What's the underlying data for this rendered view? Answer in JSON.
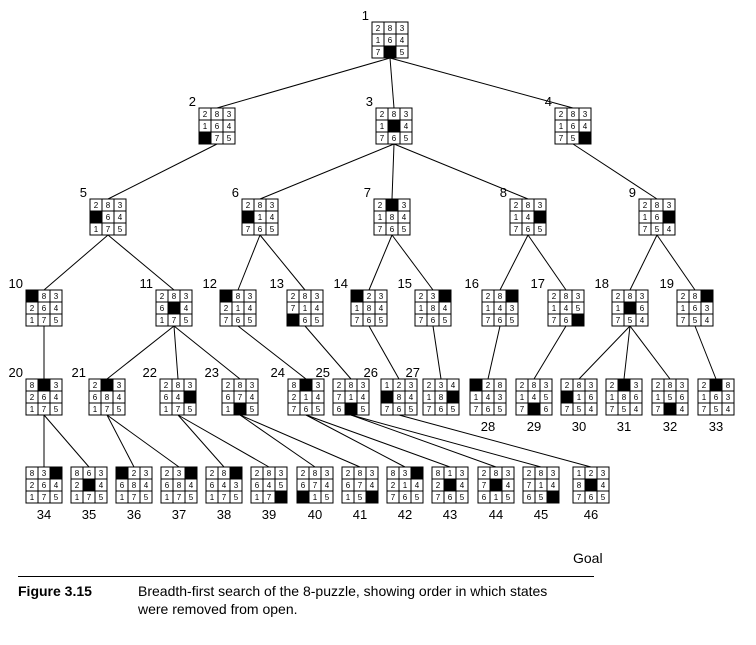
{
  "diagram": {
    "goal_label": "Goal",
    "caption_tag": "Figure 3.15",
    "caption_text": "Breadth-first search of the 8-puzzle, showing order in which states were removed from open.",
    "nodes": [
      {
        "id": 1,
        "board": [
          2,
          8,
          3,
          1,
          6,
          4,
          7,
          0,
          5
        ]
      },
      {
        "id": 2,
        "board": [
          2,
          8,
          3,
          1,
          6,
          4,
          0,
          7,
          5
        ]
      },
      {
        "id": 3,
        "board": [
          2,
          8,
          3,
          1,
          0,
          4,
          7,
          6,
          5
        ]
      },
      {
        "id": 4,
        "board": [
          2,
          8,
          3,
          1,
          6,
          4,
          7,
          5,
          0
        ]
      },
      {
        "id": 5,
        "board": [
          2,
          8,
          3,
          0,
          6,
          4,
          1,
          7,
          5
        ]
      },
      {
        "id": 6,
        "board": [
          2,
          8,
          3,
          0,
          1,
          4,
          7,
          6,
          5
        ]
      },
      {
        "id": 7,
        "board": [
          2,
          0,
          3,
          1,
          8,
          4,
          7,
          6,
          5
        ]
      },
      {
        "id": 8,
        "board": [
          2,
          8,
          3,
          1,
          4,
          0,
          7,
          6,
          5
        ]
      },
      {
        "id": 9,
        "board": [
          2,
          8,
          3,
          1,
          6,
          0,
          7,
          5,
          4
        ]
      },
      {
        "id": 10,
        "board": [
          0,
          8,
          3,
          2,
          6,
          4,
          1,
          7,
          5
        ]
      },
      {
        "id": 11,
        "board": [
          2,
          8,
          3,
          6,
          0,
          4,
          1,
          7,
          5
        ]
      },
      {
        "id": 12,
        "board": [
          0,
          8,
          3,
          2,
          1,
          4,
          7,
          6,
          5
        ]
      },
      {
        "id": 13,
        "board": [
          2,
          8,
          3,
          7,
          1,
          4,
          0,
          6,
          5
        ]
      },
      {
        "id": 14,
        "board": [
          0,
          2,
          3,
          1,
          8,
          4,
          7,
          6,
          5
        ]
      },
      {
        "id": 15,
        "board": [
          2,
          3,
          0,
          1,
          8,
          4,
          7,
          6,
          5
        ]
      },
      {
        "id": 16,
        "board": [
          2,
          8,
          0,
          1,
          4,
          3,
          7,
          6,
          5
        ]
      },
      {
        "id": 17,
        "board": [
          2,
          8,
          3,
          1,
          4,
          5,
          7,
          6,
          0
        ]
      },
      {
        "id": 18,
        "board": [
          2,
          8,
          3,
          1,
          0,
          6,
          7,
          5,
          4
        ]
      },
      {
        "id": 19,
        "board": [
          2,
          8,
          0,
          1,
          6,
          3,
          7,
          5,
          4
        ]
      },
      {
        "id": 20,
        "board": [
          8,
          0,
          3,
          2,
          6,
          4,
          1,
          7,
          5
        ]
      },
      {
        "id": 21,
        "board": [
          2,
          0,
          3,
          6,
          8,
          4,
          1,
          7,
          5
        ]
      },
      {
        "id": 22,
        "board": [
          2,
          8,
          3,
          6,
          4,
          0,
          1,
          7,
          5
        ]
      },
      {
        "id": 23,
        "board": [
          2,
          8,
          3,
          6,
          7,
          4,
          1,
          0,
          5
        ]
      },
      {
        "id": 24,
        "board": [
          8,
          0,
          3,
          2,
          1,
          4,
          7,
          6,
          5
        ]
      },
      {
        "id": 25,
        "board": [
          2,
          8,
          3,
          7,
          1,
          4,
          6,
          0,
          5
        ]
      },
      {
        "id": 26,
        "board": [
          1,
          2,
          3,
          0,
          8,
          4,
          7,
          6,
          5
        ]
      },
      {
        "id": 27,
        "board": [
          2,
          3,
          4,
          1,
          8,
          0,
          7,
          6,
          5
        ]
      },
      {
        "id": 28,
        "board": [
          0,
          2,
          8,
          1,
          4,
          3,
          7,
          6,
          5
        ]
      },
      {
        "id": 29,
        "board": [
          2,
          8,
          3,
          1,
          4,
          5,
          7,
          0,
          6
        ]
      },
      {
        "id": 30,
        "board": [
          2,
          8,
          3,
          0,
          1,
          6,
          7,
          5,
          4
        ]
      },
      {
        "id": 31,
        "board": [
          2,
          0,
          3,
          1,
          8,
          6,
          7,
          5,
          4
        ]
      },
      {
        "id": 32,
        "board": [
          2,
          8,
          3,
          1,
          5,
          6,
          7,
          0,
          4
        ]
      },
      {
        "id": 33,
        "board": [
          2,
          0,
          8,
          1,
          6,
          3,
          7,
          5,
          4
        ]
      },
      {
        "id": 34,
        "board": [
          8,
          3,
          0,
          2,
          6,
          4,
          1,
          7,
          5
        ]
      },
      {
        "id": 35,
        "board": [
          8,
          6,
          3,
          2,
          0,
          4,
          1,
          7,
          5
        ]
      },
      {
        "id": 36,
        "board": [
          0,
          2,
          3,
          6,
          8,
          4,
          1,
          7,
          5
        ]
      },
      {
        "id": 37,
        "board": [
          2,
          3,
          0,
          6,
          8,
          4,
          1,
          7,
          5
        ]
      },
      {
        "id": 38,
        "board": [
          2,
          8,
          0,
          6,
          4,
          3,
          1,
          7,
          5
        ]
      },
      {
        "id": 39,
        "board": [
          2,
          8,
          3,
          6,
          4,
          5,
          1,
          7,
          0
        ]
      },
      {
        "id": 40,
        "board": [
          2,
          8,
          3,
          6,
          7,
          4,
          0,
          1,
          5
        ]
      },
      {
        "id": 41,
        "board": [
          2,
          8,
          3,
          6,
          7,
          4,
          1,
          5,
          0
        ]
      },
      {
        "id": 42,
        "board": [
          8,
          3,
          0,
          2,
          1,
          4,
          7,
          6,
          5
        ]
      },
      {
        "id": 43,
        "board": [
          8,
          1,
          3,
          2,
          0,
          4,
          7,
          6,
          5
        ]
      },
      {
        "id": 44,
        "board": [
          2,
          8,
          3,
          7,
          0,
          4,
          6,
          1,
          5
        ]
      },
      {
        "id": 45,
        "board": [
          2,
          8,
          3,
          7,
          1,
          4,
          6,
          5,
          0
        ]
      },
      {
        "id": 46,
        "board": [
          1,
          2,
          3,
          8,
          0,
          4,
          7,
          6,
          5
        ]
      }
    ]
  }
}
